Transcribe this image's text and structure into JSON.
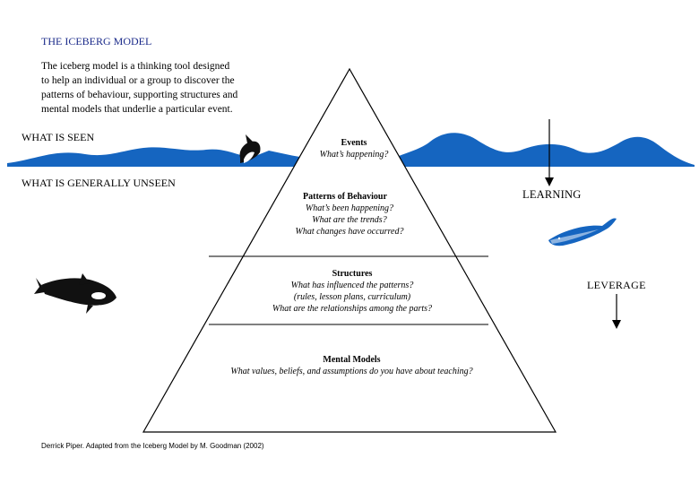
{
  "title": "THE ICEBERG MODEL",
  "intro_lines": [
    "The iceberg model is a thinking tool designed",
    "to help an individual or a group to discover the",
    "patterns of behaviour, supporting structures and",
    "mental models that underlie a particular event."
  ],
  "labels": {
    "seen": "WHAT IS SEEN",
    "unseen": "WHAT IS GENERALLY UNSEEN",
    "learning": "LEARNING",
    "leverage": "LEVERAGE"
  },
  "sections": {
    "events": {
      "heading": "Events",
      "questions": [
        "What’s happening?"
      ]
    },
    "patterns": {
      "heading": "Patterns of Behaviour",
      "questions": [
        "What’s been happening?",
        "What are the trends?",
        "What changes have occurred?"
      ]
    },
    "structures": {
      "heading": "Structures",
      "questions": [
        "What has influenced the patterns?",
        "(rules, lesson plans, curriculum)",
        "What are the relationships among the parts?"
      ]
    },
    "mental_models": {
      "heading": "Mental Models",
      "questions": [
        "What values, beliefs, and assumptions do you have about teaching?"
      ]
    }
  },
  "credit": "Derrick Piper. Adapted from the Iceberg Model by M. Goodman (2002)",
  "colors": {
    "water": "#1565c0",
    "title": "#1a2a8a"
  }
}
